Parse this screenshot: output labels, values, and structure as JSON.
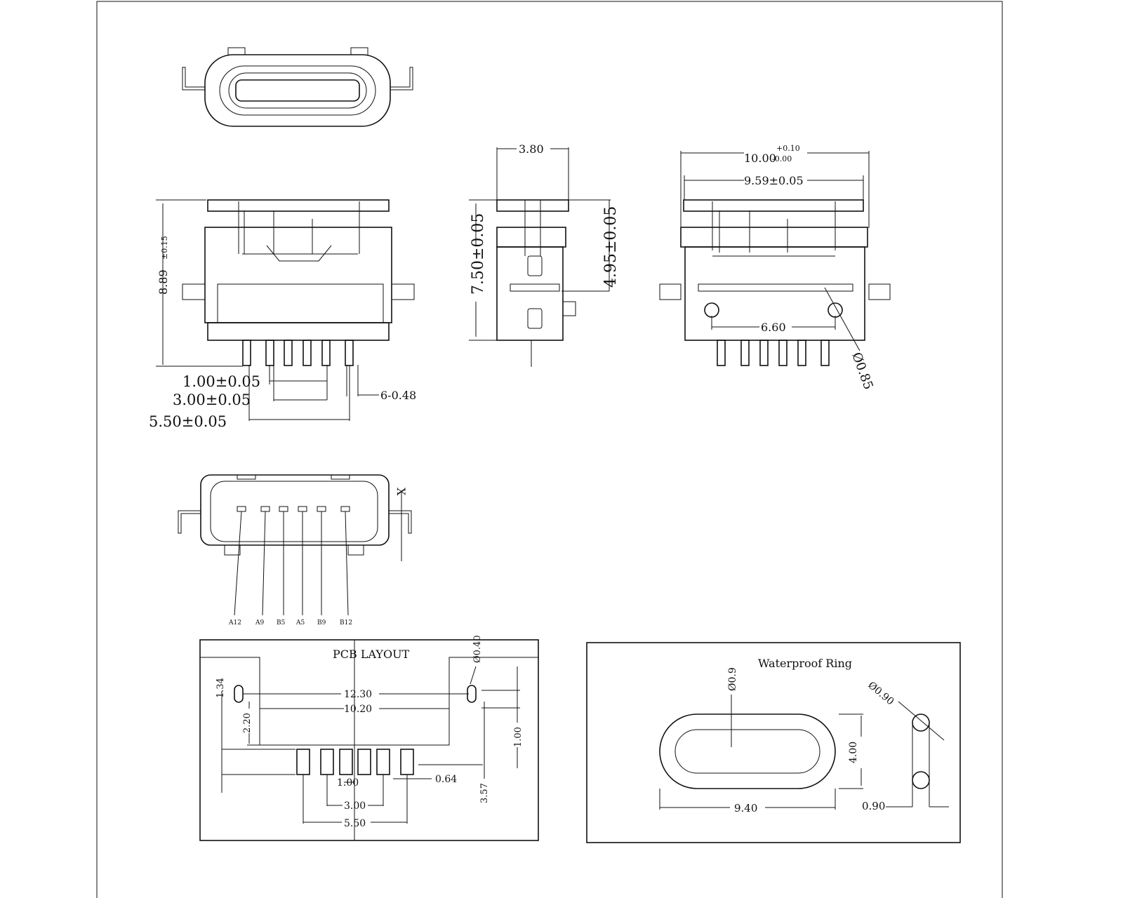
{
  "front_view": {
    "height": "8.89",
    "height_tol": "±0.15",
    "pitch": "1.00±0.05",
    "span3": "3.00±0.05",
    "span5": "5.50±0.05",
    "pin_width": "6-0.48"
  },
  "side_view": {
    "depth": "3.80",
    "height": "7.50±0.05",
    "upper": "4.95±0.05"
  },
  "back_view": {
    "width": "10.00",
    "width_tol_plus": "+0.10",
    "width_tol_minus": "-0.00",
    "inner": "9.59±0.05",
    "post_span": "6.60",
    "post_dia": "Ø0.85"
  },
  "pin_view": {
    "mark": "X",
    "pins": [
      "A12",
      "A9",
      "B5",
      "A5",
      "B9",
      "B12"
    ]
  },
  "pcb_layout": {
    "title": "PCB LAYOUT",
    "outer_span": "12.30",
    "inner_span": "10.20",
    "slot_len": "1.34",
    "offset": "2.20",
    "hole_dia": "Ø0.40",
    "slot_h": "1.00",
    "pad_offset": "3.57",
    "pitch": "1.00",
    "pad_w": "0.64",
    "span3": "3.00",
    "span5": "5.50"
  },
  "waterproof_ring": {
    "title": "Waterproof Ring",
    "cord_dia": "Ø0.9",
    "section_dia": "Ø0.90",
    "height": "4.00",
    "width": "9.40",
    "thickness": "0.90"
  }
}
